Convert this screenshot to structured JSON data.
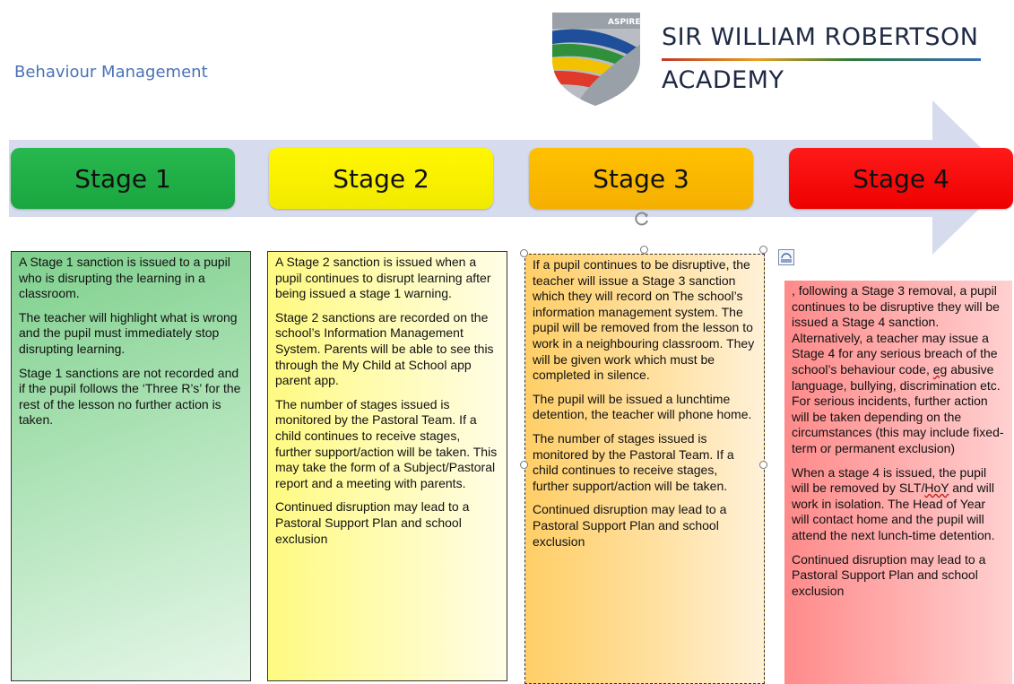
{
  "page": {
    "heading": "Behaviour Management"
  },
  "logo": {
    "badge": "ASPIRE",
    "line1": "SIR WILLIAM ROBERTSON",
    "line2": "ACADEMY",
    "colors": [
      "#1f4e9a",
      "#2f8f3a",
      "#f2c200",
      "#e03a2a",
      "#9aa0a8"
    ]
  },
  "stages": [
    {
      "label": "Stage 1",
      "color": "#1fb045"
    },
    {
      "label": "Stage 2",
      "color": "#fff200"
    },
    {
      "label": "Stage 3",
      "color": "#ffc000"
    },
    {
      "label": "Stage 4",
      "color": "#ff0000"
    }
  ],
  "columns": {
    "stage1": [
      "A Stage 1 sanction is issued to a pupil who is disrupting the learning in a classroom.",
      "The teacher will highlight what is wrong and the pupil must immediately stop disrupting learning.",
      "Stage 1 sanctions are not recorded and if the pupil follows the ‘Three R’s’ for the rest of the lesson no further action is taken."
    ],
    "stage2": [
      "A Stage 2 sanction is issued when a pupil continues to disrupt learning after being issued a stage 1 warning.",
      "Stage 2 sanctions are recorded on the school’s Information Management System.  Parents will be able to see this through the My Child at School app parent app.",
      "The number of stages issued is monitored by the Pastoral Team.  If a child continues to receive stages, further support/action will be taken.  This may take the form of a Subject/Pastoral report and a meeting with parents.",
      "Continued disruption may lead to a Pastoral Support Plan and school exclusion"
    ],
    "stage3": [
      "If a pupil continues to be disruptive, the teacher will issue a Stage 3 sanction which they will record on The school’s information management system. The pupil will be removed from the lesson to work in a neighbouring classroom.  They will be given work which must be completed in silence.",
      "The pupil will be issued a lunchtime detention, the teacher will phone home.",
      "The number of stages issued is monitored by the Pastoral Team.  If a child continues to receive stages, further support/action will be taken.",
      "Continued disruption may lead to a Pastoral Support Plan and school exclusion"
    ],
    "stage4": {
      "p1_before": ", following a Stage 3 removal, a pupil continues to be disruptive they will be issued a Stage 4 sanction. Alternatively, a teacher may issue a Stage 4 for any serious breach of the school’s behaviour code, ",
      "p1_eg": "eg",
      "p1_after": " abusive language, bullying, discrimination etc.  For serious incidents, further action will be taken depending on the circumstances (this may include fixed-term or permanent exclusion)",
      "p2_before": "When a stage 4 is issued, the pupil will be removed by SLT/",
      "p2_hoy": "HoY",
      "p2_after": " and will work in isolation.  The Head of Year will contact home and the pupil will attend the next lunch-time detention.",
      "p3": "Continued disruption may lead to a Pastoral Support Plan and school exclusion"
    }
  }
}
